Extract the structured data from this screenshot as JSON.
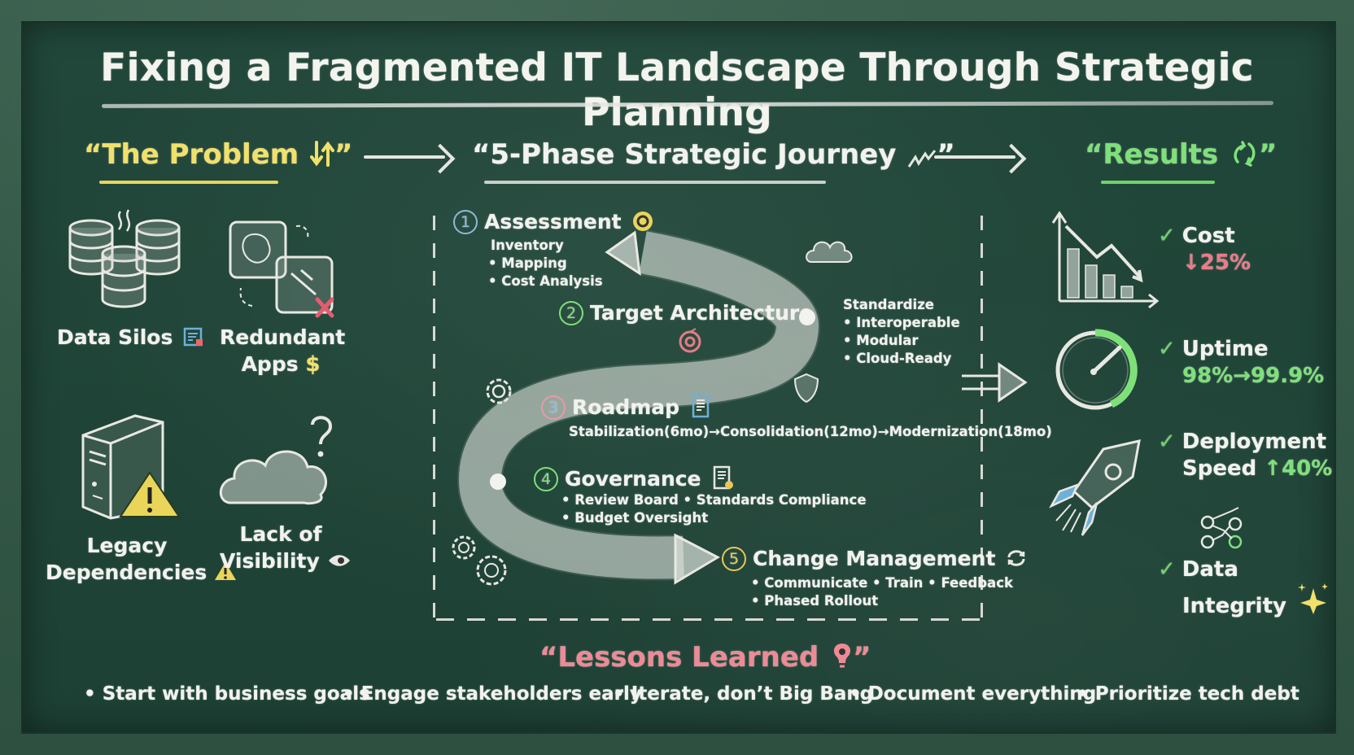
{
  "title": "Fixing a Fragmented IT Landscape Through Strategic Planning",
  "sections": {
    "problem": {
      "heading": "“The Problem",
      "heading_close": "”",
      "heading_color": "#f1e06a",
      "icon": "down-up-arrows-icon",
      "items": [
        {
          "label": "Data Silos",
          "icon": "database-stack-icon",
          "badge_icon": "document-icon"
        },
        {
          "label_line1": "Redundant",
          "label_line2": "Apps",
          "icon": "duplicate-apps-icon",
          "badge_icon": "money-bag-icon"
        },
        {
          "label_line1": "Legacy",
          "label_line2": "Dependencies",
          "icon": "server-tower-icon",
          "badge_icon": "warning-icon"
        },
        {
          "label_line1": "Lack of",
          "label_line2": "Visibility",
          "icon": "cloud-question-icon",
          "badge_icon": "eye-icon"
        }
      ]
    },
    "journey": {
      "heading": "“5-Phase Strategic Journey",
      "heading_close": "”",
      "icon": "trend-zigzag-icon",
      "phases": [
        {
          "num": "1",
          "title": "Assessment",
          "color": "#8fb8d8",
          "icon": "gear-badge-icon",
          "details": [
            "Inventory",
            "• Mapping",
            "• Cost Analysis"
          ]
        },
        {
          "num": "2",
          "title": "Target Architecture",
          "color": "#7fe07a",
          "icon": "target-icon",
          "details": [
            "Standardize",
            "• Interoperable",
            "• Modular",
            "• Cloud-Ready"
          ]
        },
        {
          "num": "3",
          "title": "Roadmap",
          "color": "#e89aa6",
          "icon": "document-list-icon",
          "details": [
            "Stabilization(6mo)→Consolidation(12mo)→Modernization(18mo)"
          ]
        },
        {
          "num": "4",
          "title": "Governance",
          "color": "#7fe07a",
          "icon": "document-check-icon",
          "details": [
            "• Review Board  • Standards  Compliance",
            "• Budget Oversight"
          ]
        },
        {
          "num": "5",
          "title": "Change Management",
          "color": "#e8c65a",
          "icon": "refresh-icon",
          "details": [
            "• Communicate • Train • Feedback",
            "• Phased Rollout"
          ]
        }
      ]
    },
    "results": {
      "heading": "“Results",
      "heading_close": "”",
      "heading_color": "#7fe07a",
      "icon": "recycle-icon",
      "items": [
        {
          "label": "Cost",
          "value": "↓25%",
          "value_color": "#ee7a88",
          "icon": "declining-bar-chart-icon"
        },
        {
          "label": "Uptime",
          "value": "98%→99.9%",
          "value_color": "#7fe07a",
          "icon": "gauge-icon"
        },
        {
          "label_line1": "Deployment",
          "label_line2": "Speed",
          "value": "↑40%",
          "value_color": "#7fe07a",
          "icon": "rocket-icon"
        },
        {
          "label_line1": "Data",
          "label_line2": "Integrity",
          "icon": "linked-nodes-icon",
          "badge_icon": "sparkle-icon"
        }
      ]
    },
    "lessons": {
      "heading": "“Lessons Learned",
      "heading_close": "”",
      "heading_color": "#ee8a95",
      "icon": "lightbulb-icon",
      "items": [
        "• Start with business goals",
        "• Engage stakeholders early",
        "• Iterate, don’t Big Bang",
        "• Document everything",
        "• Prioritize tech debt"
      ]
    }
  },
  "colors": {
    "board": "#21473a",
    "frame": "#2f5443",
    "chalk": "#f2f2ee",
    "yellow": "#f1e06a",
    "green": "#7fe07a",
    "pink": "#ee8a95",
    "blue": "#6fb0d8"
  }
}
